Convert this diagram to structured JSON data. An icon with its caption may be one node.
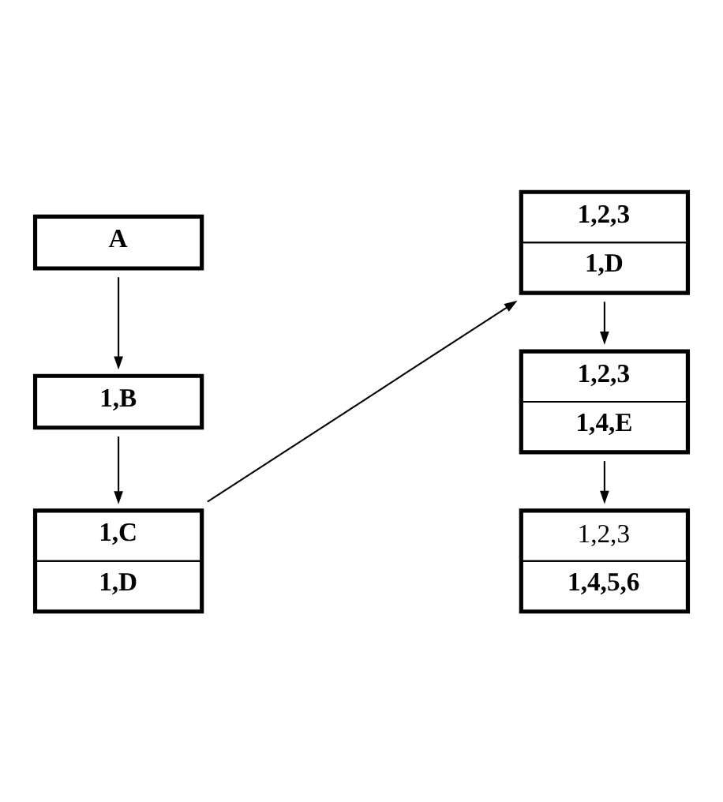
{
  "diagram": {
    "nodes": [
      {
        "text": [
          "A"
        ]
      },
      {
        "text": [
          "1,B"
        ]
      },
      {
        "text": [
          "1,C",
          "1,D"
        ]
      },
      {
        "text": [
          "1,2,3",
          "1,D"
        ]
      },
      {
        "text": [
          "1,2,3",
          "1,4,E"
        ]
      },
      {
        "text": [
          "1,2,3",
          "1,4,5,6"
        ]
      }
    ],
    "edges": [
      {
        "from": 0,
        "to": 1,
        "arrow": "to"
      },
      {
        "from": 1,
        "to": 2,
        "arrow": "to"
      },
      {
        "from": 2,
        "to": 3,
        "arrow": "to"
      },
      {
        "from": 3,
        "to": 4,
        "arrow": "to"
      },
      {
        "from": 4,
        "to": 5,
        "arrow": "to"
      }
    ]
  }
}
